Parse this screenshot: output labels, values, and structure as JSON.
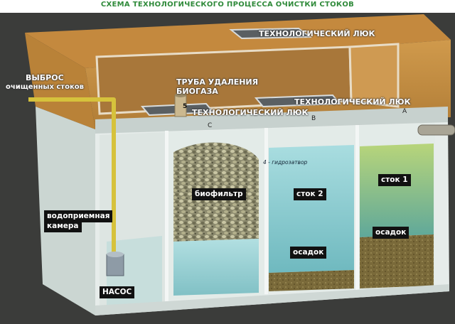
{
  "title": "СХЕМА ТЕХНОЛОГИЧЕСКОГО ПРОЦЕССА ОЧИСТКИ СТОКОВ",
  "labels": {
    "hatch_top": "ТЕХНОЛОГИЧЕСКИЙ ЛЮК",
    "discharge_line1": "ВЫБРОС",
    "discharge_line2": "очищенных стоков",
    "biogas_line1": "ТРУБА УДАЛЕНИЯ",
    "biogas_line2": "БИОГАЗА",
    "hatch_left": "ТЕХНОЛОГИЧЕСКИЙ ЛЮК",
    "hatch_right": "ТЕХНОЛОГИЧЕСКИЙ ЛЮК",
    "pipe_number": "5",
    "letter_c": "С",
    "letter_b": "В",
    "letter_a": "А",
    "water_seal": "4 - гидрозатвор",
    "biofilter": "биофильтр",
    "stok2": "сток 2",
    "stok1": "сток 1",
    "intake_line1": "водоприемная",
    "intake_line2": "камера",
    "osadok_right": "осадок",
    "osadok_middle": "осадок",
    "pump": "НАСОС"
  },
  "colors": {
    "title": "#2f8a3a",
    "ground": "#3b3c3a",
    "soil": "#c08a3f",
    "tank_wall": "#dfe7e4",
    "water": "#8fcfd3",
    "sludge": "#7b6a3a",
    "pipe": "#d6c23c"
  }
}
